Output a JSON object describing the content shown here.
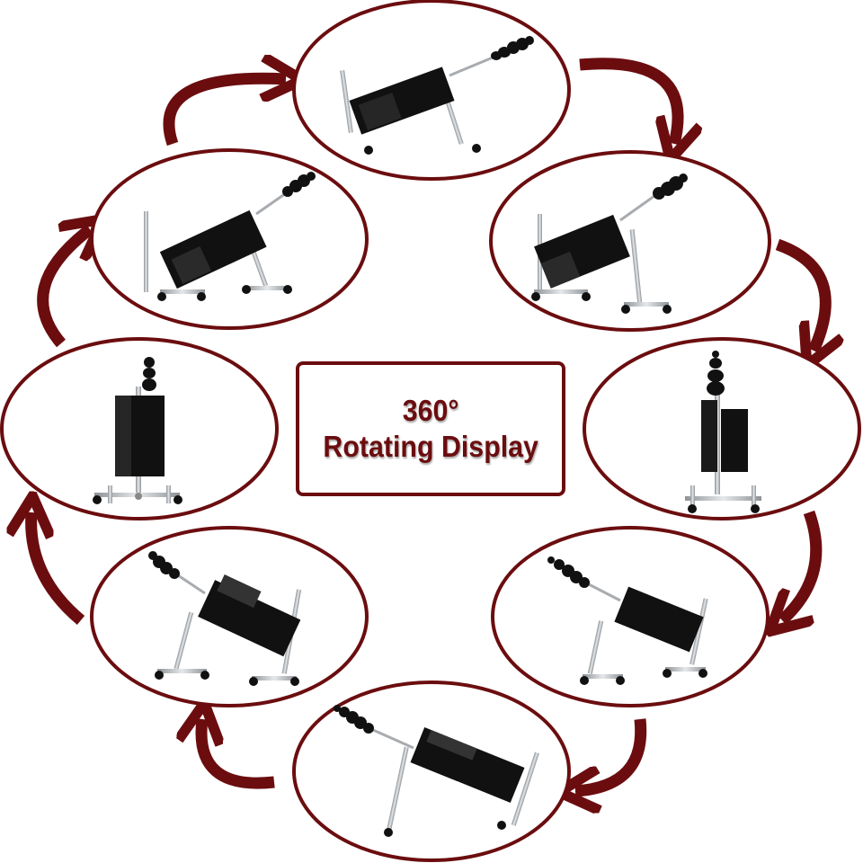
{
  "title": {
    "line1": "360°",
    "line2": "Rotating Display"
  },
  "colors": {
    "accent": "#6b0d0f",
    "machine": "#111111",
    "metal": "#b8bcc0",
    "background": "#ffffff"
  },
  "views": [
    {
      "name": "view-top",
      "pose": "side-left-tilt"
    },
    {
      "name": "view-upper-right",
      "pose": "three-quarter-left"
    },
    {
      "name": "view-right",
      "pose": "front-vertical"
    },
    {
      "name": "view-lower-right",
      "pose": "three-quarter-rear-right"
    },
    {
      "name": "view-bottom",
      "pose": "side-right-tilt"
    },
    {
      "name": "view-lower-left",
      "pose": "three-quarter-rear-left"
    },
    {
      "name": "view-left",
      "pose": "back-vertical"
    },
    {
      "name": "view-upper-left",
      "pose": "three-quarter-front-left"
    }
  ],
  "rotation_direction": "clockwise",
  "icons": [
    "curved-arrow-icon"
  ]
}
